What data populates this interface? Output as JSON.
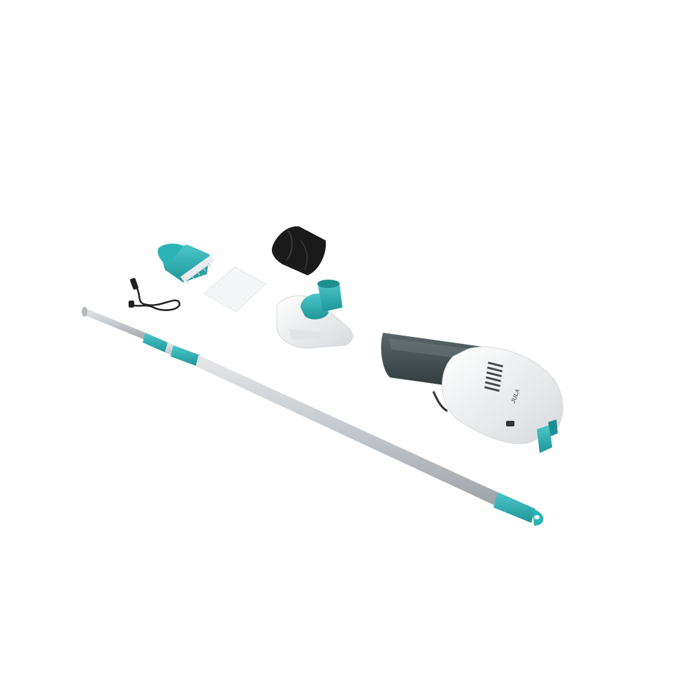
{
  "product": {
    "brand_mark": "ᴊᴜʟᴀ",
    "colors": {
      "teal": "#2bb3b6",
      "teal_dark": "#1f8e91",
      "body_white": "#f2f3f4",
      "body_grey": "#d9dcdf",
      "canister_smoke": "#3e4a4d",
      "pole_silver": "#c9ccd0",
      "bag_black": "#1a1a1a",
      "cable_black": "#202020"
    },
    "parts": [
      {
        "id": "brush-head",
        "icon": "brush-head-icon"
      },
      {
        "id": "debris-bag",
        "icon": "debris-bag-icon"
      },
      {
        "id": "usb-cable",
        "icon": "usb-cable-icon"
      },
      {
        "id": "filter-pad",
        "icon": "filter-pad-icon"
      },
      {
        "id": "vacuum-head",
        "icon": "vacuum-head-icon"
      },
      {
        "id": "handheld-vacuum",
        "icon": "handheld-vacuum-icon"
      },
      {
        "id": "telescopic-pole",
        "icon": "telescopic-pole-icon"
      }
    ]
  }
}
